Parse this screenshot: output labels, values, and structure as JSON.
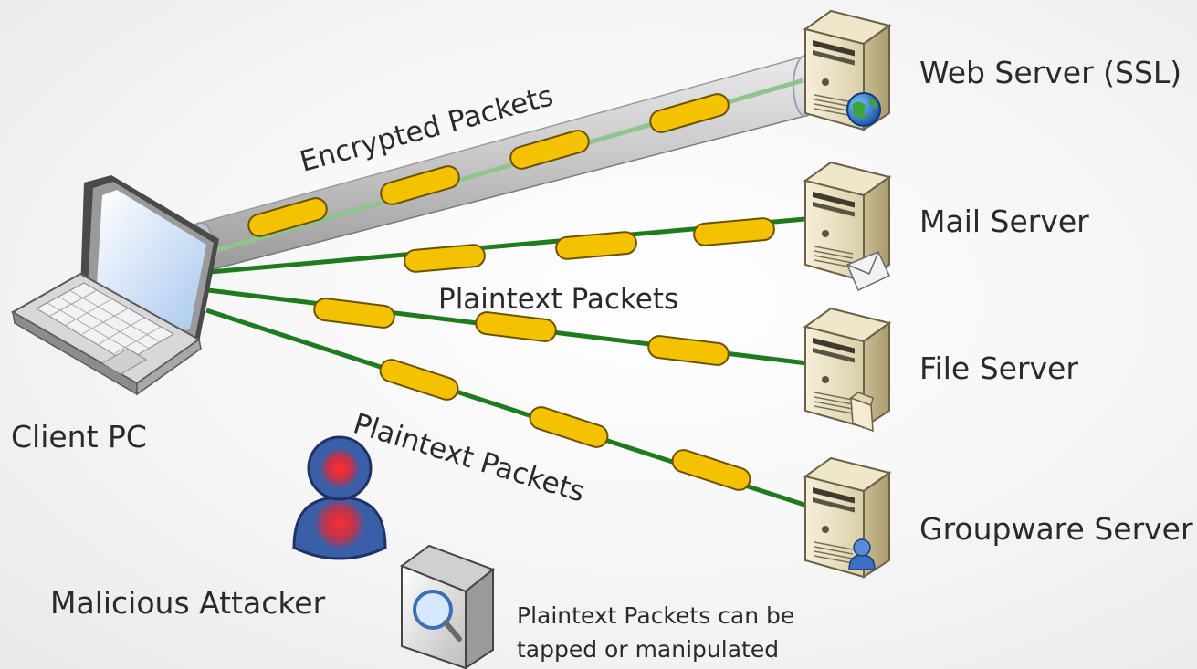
{
  "client": {
    "label": "Client PC"
  },
  "attacker": {
    "label": "Malicious Attacker"
  },
  "servers": [
    {
      "label": "Web Server (SSL)",
      "badge_icon": "globe-icon"
    },
    {
      "label": "Mail Server",
      "badge_icon": "envelope-icon"
    },
    {
      "label": "File Server",
      "badge_icon": "document-icon"
    },
    {
      "label": "Groupware Server",
      "badge_icon": "user-icon"
    }
  ],
  "links": {
    "encrypted_label": "Encrypted Packets",
    "plaintext_label_1": "Plaintext Packets",
    "plaintext_label_2": "Plaintext Packets"
  },
  "note": {
    "line1": "Plaintext Packets can be",
    "line2": "tapped or manipulated"
  },
  "colors": {
    "link_green": "#1e7b1e",
    "packet_yellow": "#f5c200",
    "packet_outline": "#6b5200",
    "tunnel_gray": "#b9b9b9",
    "attacker_blue": "#3a5fa8",
    "attacker_red": "#e0202c"
  },
  "icons": [
    "laptop-icon",
    "server-icon",
    "magnifier-icon",
    "attacker-person-icon"
  ]
}
